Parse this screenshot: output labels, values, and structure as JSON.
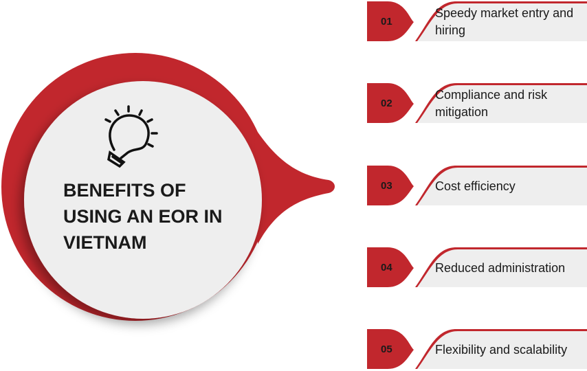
{
  "title": "BENEFITS OF USING AN EOR IN VIETNAM",
  "icon": "lightbulb-icon",
  "colors": {
    "accent": "#c1272d",
    "panel": "#eeeeee"
  },
  "items": [
    {
      "num": "01",
      "label": "Speedy market entry and hiring"
    },
    {
      "num": "02",
      "label": "Compliance and risk mitigation"
    },
    {
      "num": "03",
      "label": "Cost efficiency"
    },
    {
      "num": "04",
      "label": "Reduced administration"
    },
    {
      "num": "05",
      "label": "Flexibility and scalability"
    }
  ]
}
